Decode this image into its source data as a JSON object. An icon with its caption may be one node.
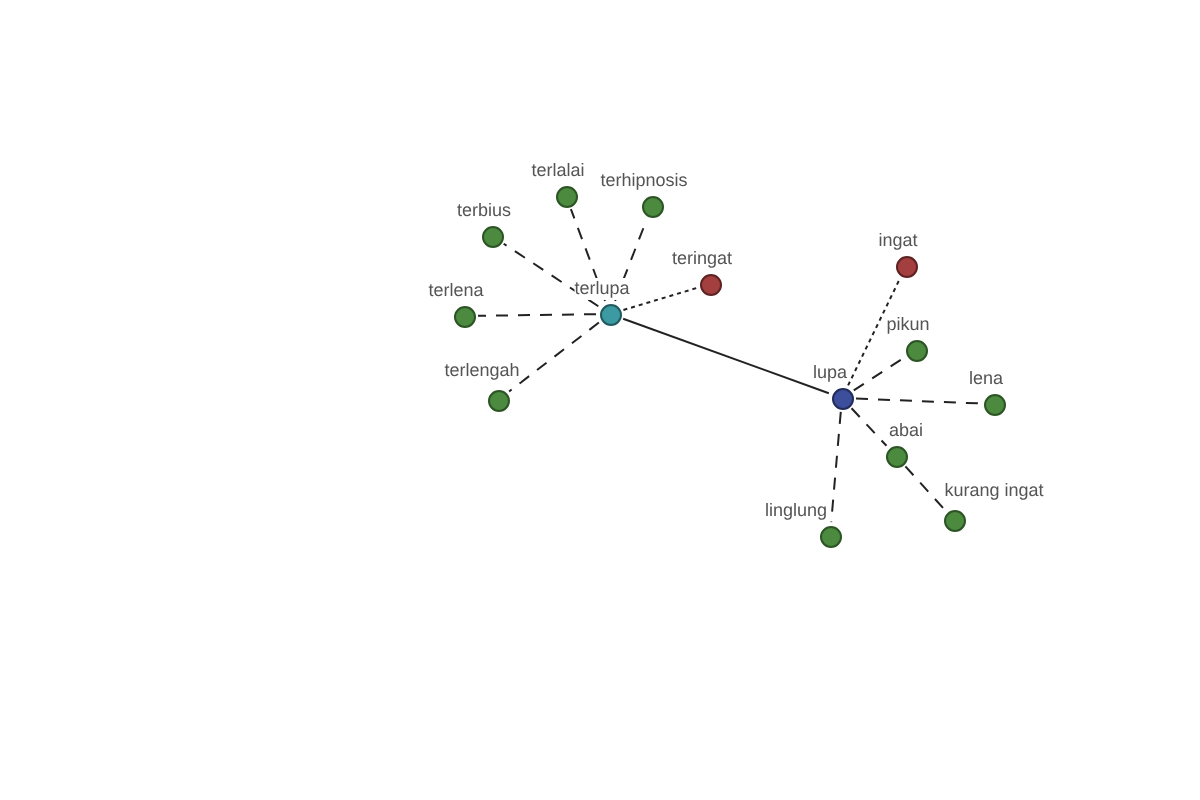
{
  "diagram": {
    "nodes": [
      {
        "text": [],
        "shape": "circle",
        "beside": [
          "terlupa"
        ]
      },
      {
        "text": [],
        "shape": "circle",
        "beside": [
          "terlalai"
        ]
      },
      {
        "text": [],
        "shape": "circle",
        "beside": [
          "terhipnosis"
        ]
      },
      {
        "text": [],
        "shape": "circle",
        "beside": [
          "terbius"
        ]
      },
      {
        "text": [],
        "shape": "circle",
        "beside": [
          "teringat"
        ]
      },
      {
        "text": [],
        "shape": "circle",
        "beside": [
          "terlena"
        ]
      },
      {
        "text": [],
        "shape": "circle",
        "beside": [
          "terlengah"
        ]
      },
      {
        "text": [],
        "shape": "circle",
        "beside": [
          "lupa"
        ]
      },
      {
        "text": [],
        "shape": "circle",
        "beside": [
          "ingat"
        ]
      },
      {
        "text": [],
        "shape": "circle",
        "beside": [
          "pikun"
        ]
      },
      {
        "text": [],
        "shape": "circle",
        "beside": [
          "lena"
        ]
      },
      {
        "text": [],
        "shape": "circle",
        "beside": [
          "abai"
        ]
      },
      {
        "text": [],
        "shape": "circle",
        "beside": [
          "kurang ingat"
        ]
      },
      {
        "text": [],
        "shape": "circle",
        "beside": [
          "linglung"
        ]
      }
    ],
    "edges": [
      {
        "from": 0,
        "to": 7,
        "arrow": "none"
      },
      {
        "from": 0,
        "to": 1,
        "arrow": "none",
        "style": "dashed"
      },
      {
        "from": 0,
        "to": 2,
        "arrow": "none",
        "style": "dashed"
      },
      {
        "from": 0,
        "to": 3,
        "arrow": "none",
        "style": "dashed"
      },
      {
        "from": 0,
        "to": 4,
        "arrow": "none",
        "style": "dashed"
      },
      {
        "from": 0,
        "to": 5,
        "arrow": "none",
        "style": "dashed"
      },
      {
        "from": 0,
        "to": 6,
        "arrow": "none",
        "style": "dashed"
      },
      {
        "from": 7,
        "to": 8,
        "arrow": "none",
        "style": "dashed"
      },
      {
        "from": 7,
        "to": 9,
        "arrow": "none",
        "style": "dashed"
      },
      {
        "from": 7,
        "to": 10,
        "arrow": "none",
        "style": "dashed"
      },
      {
        "from": 7,
        "to": 11,
        "arrow": "none",
        "style": "dashed"
      },
      {
        "from": 7,
        "to": 13,
        "arrow": "none",
        "style": "dashed"
      },
      {
        "from": 11,
        "to": 12,
        "arrow": "none",
        "style": "dashed"
      }
    ]
  }
}
